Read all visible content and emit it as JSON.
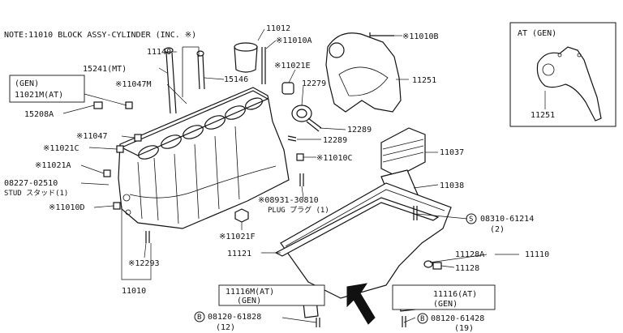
{
  "note": "NOTE:11010 BLOCK ASSY-CYLINDER (INC. ※)",
  "inset": {
    "title": "AT (GEN)",
    "part": "11251"
  },
  "labels": {
    "p11012": "11012",
    "p11010A": "※11010A",
    "p11010B": "※11010B",
    "p11140": "11140",
    "p15241": "15241(MT)",
    "p11047M": "※11047M",
    "p15146": "15146",
    "p11021E": "※11021E",
    "p12279": "12279",
    "p11251": "11251",
    "gen_box_line1": "(GEN)",
    "gen_box_line2": "11021M(AT)",
    "p15208A": "15208A",
    "p12289a": "12289",
    "p12289b": "12289",
    "p11047": "※11047",
    "p11021C": "※11021C",
    "p11021A": "※11021A",
    "p08227": "08227-02510",
    "stud": "STUD スタッド(1)",
    "p11010D": "※11010D",
    "p11010C": "※11010C",
    "p11037": "11037",
    "p11038": "11038",
    "p08931": "※08931-30810",
    "plug": "PLUG プラグ (1)",
    "p08310": "08310-61214",
    "p08310_qty": "(2)",
    "p11021F": "※11021F",
    "p11121": "11121",
    "p11128A": "11128A",
    "p11110": "11110",
    "p11128": "11128",
    "p12293": "※12293",
    "p11010": "11010",
    "p11116M_line1": "11116M(AT)",
    "p11116M_line2": "(GEN)",
    "p11116_line1": "11116(AT)",
    "p11116_line2": "(GEN)",
    "p08120a": "08120-61828",
    "p08120a_qty": "(12)",
    "p08120b": "08120-61428",
    "p08120b_qty": "(19)",
    "circle_s": "S",
    "circle_b1": "B",
    "circle_b2": "B"
  }
}
